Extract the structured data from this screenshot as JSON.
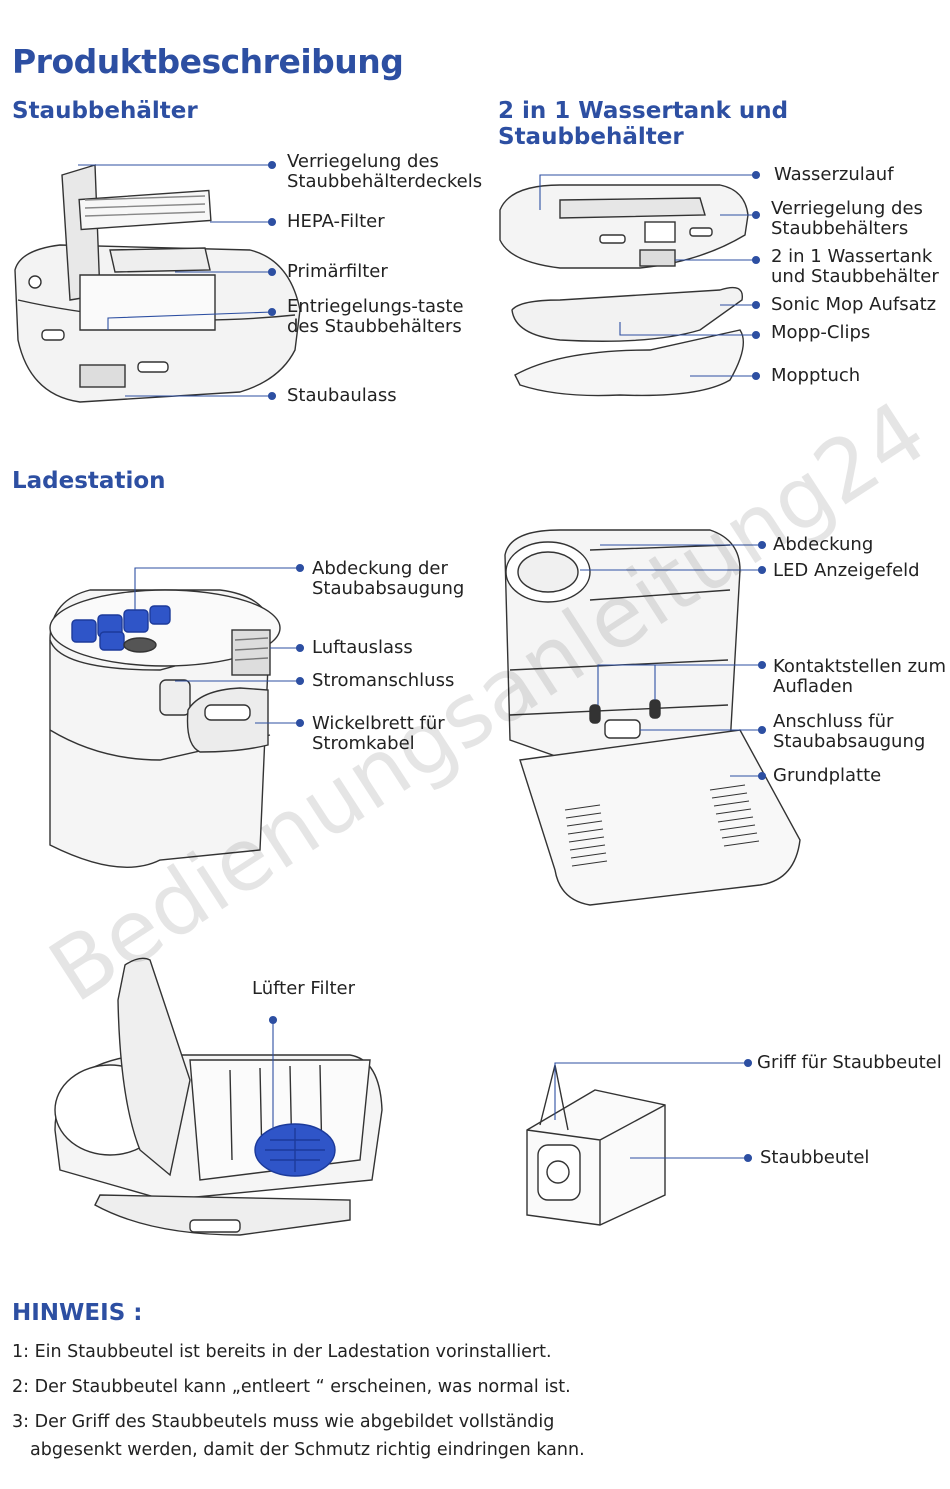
{
  "title": "Produktbeschreibung",
  "sections": {
    "dustbin": {
      "heading": "Staubbehälter",
      "labels": [
        "Verriegelung des\nStaubbehälterdeckels",
        "HEPA-Filter",
        "Primärfilter",
        "Entriegelungs-taste\ndes Staubbehälters",
        "Staubaulass"
      ]
    },
    "tank": {
      "heading": "2 in 1 Wassertank und Staubbehälter",
      "labels": [
        "Wasserzulauf",
        "Verriegelung des\nStaubbehälters",
        "2 in 1 Wassertank\nund Staubbehälter",
        "Sonic Mop Aufsatz",
        "Mopp-Clips",
        "Mopptuch"
      ]
    },
    "station": {
      "heading": "Ladestation",
      "left_labels": [
        "Abdeckung der\nStaubabsaugung",
        "Luftauslass",
        "Stromanschluss",
        "Wickelbrett für\nStromkabel"
      ],
      "right_labels": [
        "Abdeckung",
        "LED Anzeigefeld",
        "Kontaktstellen zum\nAufladen",
        "Anschluss für\nStaubabsaugung",
        "Grundplatte"
      ],
      "filter_label": "Lüfter Filter",
      "bag_labels": [
        "Griff für Staubbeutel",
        "Staubbeutel"
      ]
    }
  },
  "notes": {
    "heading": "HINWEIS :",
    "items": [
      "1: Ein Staubbeutel ist bereits in der Ladestation vorinstalliert.",
      "2: Der Staubbeutel kann „entleert “ erscheinen, was normal ist.",
      "3: Der Griff des Staubbeutels muss wie abgebildet vollständig",
      "abgesenkt werden, damit der Schmutz richtig eindringen kann."
    ]
  },
  "watermark": "Bedienungsanleitung24",
  "colors": {
    "heading": "#2d4fa2",
    "accent_blue": "#2f55c8",
    "line": "#2d4fa2"
  }
}
